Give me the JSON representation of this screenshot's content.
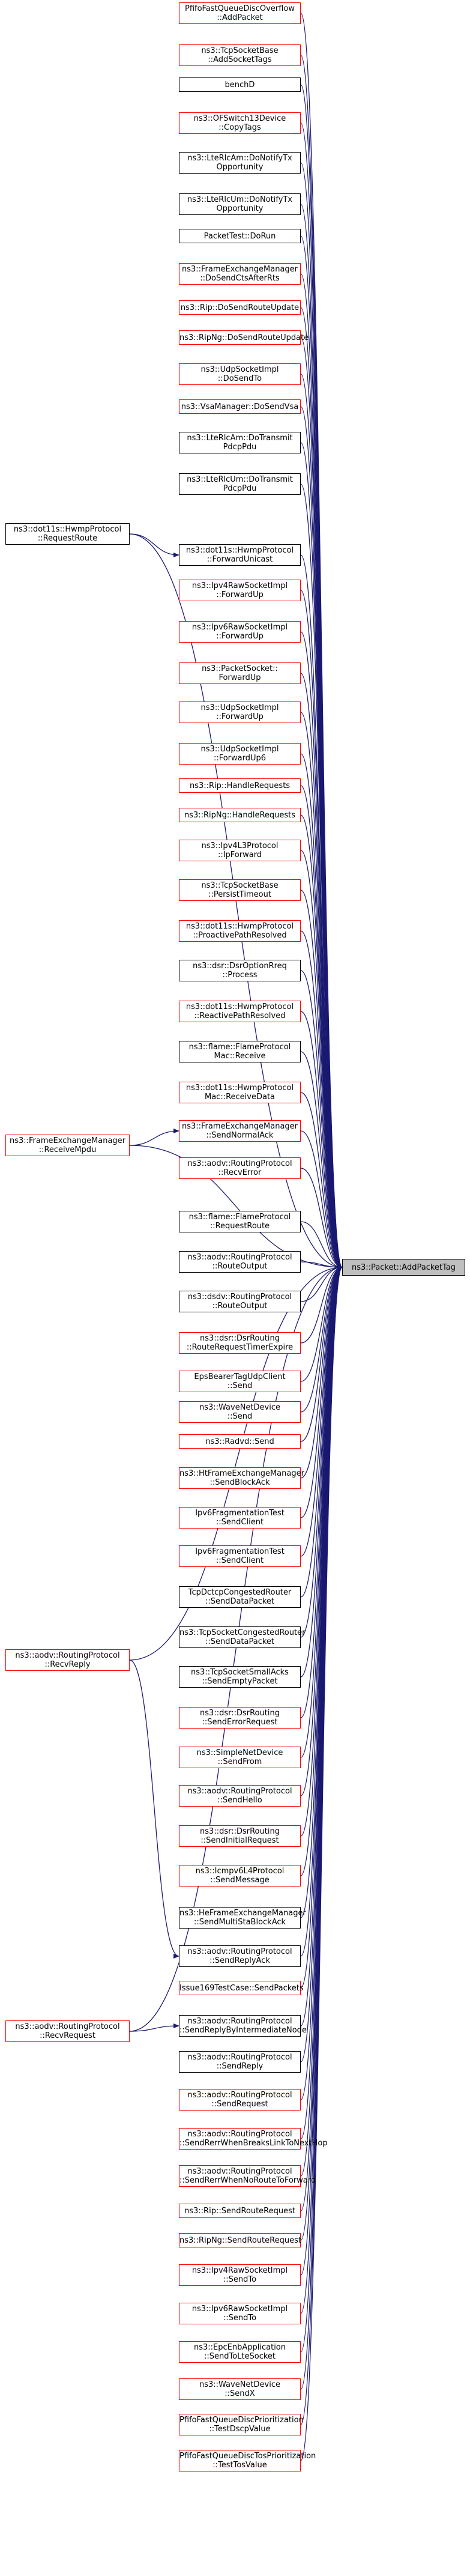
{
  "target": {
    "label": "ns3::Packet::AddPacketTag",
    "lines": [
      "ns3::Packet::AddPacketTag"
    ]
  },
  "callers": [
    {
      "id": "n0",
      "lines": [
        "PfifoFastQueueDiscOverflow",
        "::AddPacket"
      ],
      "border": "red"
    },
    {
      "id": "n1",
      "lines": [
        "ns3::TcpSocketBase",
        "::AddSocketTags"
      ],
      "border": "red"
    },
    {
      "id": "n2",
      "lines": [
        "benchD"
      ],
      "border": "black"
    },
    {
      "id": "n3",
      "lines": [
        "ns3::OFSwitch13Device",
        "::CopyTags"
      ],
      "border": "red"
    },
    {
      "id": "n4",
      "lines": [
        "ns3::LteRlcAm::DoNotifyTx",
        "Opportunity"
      ],
      "border": "black"
    },
    {
      "id": "n5",
      "lines": [
        "ns3::LteRlcUm::DoNotifyTx",
        "Opportunity"
      ],
      "border": "black"
    },
    {
      "id": "n6",
      "lines": [
        "PacketTest::DoRun"
      ],
      "border": "black"
    },
    {
      "id": "n7",
      "lines": [
        "ns3::FrameExchangeManager",
        "::DoSendCtsAfterRts"
      ],
      "border": "red"
    },
    {
      "id": "n8",
      "lines": [
        "ns3::Rip::DoSendRouteUpdate"
      ],
      "border": "red"
    },
    {
      "id": "n9",
      "lines": [
        "ns3::RipNg::DoSendRouteUpdate"
      ],
      "border": "red"
    },
    {
      "id": "n10",
      "lines": [
        "ns3::UdpSocketImpl",
        "::DoSendTo"
      ],
      "border": "red"
    },
    {
      "id": "n11",
      "lines": [
        "ns3::VsaManager::DoSendVsa"
      ],
      "border": "red"
    },
    {
      "id": "n12",
      "lines": [
        "ns3::LteRlcAm::DoTransmit",
        "PdcpPdu"
      ],
      "border": "black"
    },
    {
      "id": "n13",
      "lines": [
        "ns3::LteRlcUm::DoTransmit",
        "PdcpPdu"
      ],
      "border": "black"
    },
    {
      "id": "n14",
      "lines": [
        "ns3::dot11s::HwmpProtocol",
        "::ForwardUnicast"
      ],
      "border": "black"
    },
    {
      "id": "n15",
      "lines": [
        "ns3::Ipv4RawSocketImpl",
        "::ForwardUp"
      ],
      "border": "red"
    },
    {
      "id": "n16",
      "lines": [
        "ns3::Ipv6RawSocketImpl",
        "::ForwardUp"
      ],
      "border": "red"
    },
    {
      "id": "n17",
      "lines": [
        "ns3::PacketSocket::",
        "ForwardUp"
      ],
      "border": "red"
    },
    {
      "id": "n18",
      "lines": [
        "ns3::UdpSocketImpl",
        "::ForwardUp"
      ],
      "border": "red"
    },
    {
      "id": "n19",
      "lines": [
        "ns3::UdpSocketImpl",
        "::ForwardUp6"
      ],
      "border": "red"
    },
    {
      "id": "n20",
      "lines": [
        "ns3::Rip::HandleRequests"
      ],
      "border": "red"
    },
    {
      "id": "n21",
      "lines": [
        "ns3::RipNg::HandleRequests"
      ],
      "border": "red"
    },
    {
      "id": "n22",
      "lines": [
        "ns3::Ipv4L3Protocol",
        "::IpForward"
      ],
      "border": "red"
    },
    {
      "id": "n23",
      "lines": [
        "ns3::TcpSocketBase",
        "::PersistTimeout"
      ],
      "border": "red"
    },
    {
      "id": "n24",
      "lines": [
        "ns3::dot11s::HwmpProtocol",
        "::ProactivePathResolved"
      ],
      "border": "red"
    },
    {
      "id": "n25",
      "lines": [
        "ns3::dsr::DsrOptionRreq",
        "::Process"
      ],
      "border": "black"
    },
    {
      "id": "n26",
      "lines": [
        "ns3::dot11s::HwmpProtocol",
        "::ReactivePathResolved"
      ],
      "border": "red"
    },
    {
      "id": "n27",
      "lines": [
        "ns3::flame::FlameProtocol",
        "Mac::Receive"
      ],
      "border": "black"
    },
    {
      "id": "n28",
      "lines": [
        "ns3::dot11s::HwmpProtocol",
        "Mac::ReceiveData"
      ],
      "border": "red"
    },
    {
      "id": "n29",
      "lines": [
        "ns3::FrameExchangeManager",
        "::SendNormalAck"
      ],
      "border": "red"
    },
    {
      "id": "n30",
      "lines": [
        "ns3::aodv::RoutingProtocol",
        "::RecvError"
      ],
      "border": "red"
    },
    {
      "id": "n31",
      "lines": [
        "ns3::flame::FlameProtocol",
        "::RequestRoute"
      ],
      "border": "black"
    },
    {
      "id": "n32",
      "lines": [
        "ns3::aodv::RoutingProtocol",
        "::RouteOutput"
      ],
      "border": "black"
    },
    {
      "id": "n33",
      "lines": [
        "ns3::dsdv::RoutingProtocol",
        "::RouteOutput"
      ],
      "border": "black"
    },
    {
      "id": "n34",
      "lines": [
        "ns3::dsr::DsrRouting",
        "::RouteRequestTimerExpire"
      ],
      "border": "red"
    },
    {
      "id": "n35",
      "lines": [
        "EpsBearerTagUdpClient",
        "::Send"
      ],
      "border": "red"
    },
    {
      "id": "n36",
      "lines": [
        "ns3::WaveNetDevice",
        "::Send"
      ],
      "border": "red"
    },
    {
      "id": "n37",
      "lines": [
        "ns3::Radvd::Send"
      ],
      "border": "red"
    },
    {
      "id": "n38",
      "lines": [
        "ns3::HtFrameExchangeManager",
        "::SendBlockAck"
      ],
      "border": "red"
    },
    {
      "id": "n39",
      "lines": [
        "Ipv6FragmentationTest",
        "::SendClient"
      ],
      "border": "red"
    },
    {
      "id": "n40",
      "lines": [
        "Ipv6FragmentationTest",
        "::SendClient"
      ],
      "border": "red"
    },
    {
      "id": "n41",
      "lines": [
        "TcpDctcpCongestedRouter",
        "::SendDataPacket"
      ],
      "border": "black"
    },
    {
      "id": "n42",
      "lines": [
        "ns3::TcpSocketCongestedRouter",
        "::SendDataPacket"
      ],
      "border": "black"
    },
    {
      "id": "n43",
      "lines": [
        "ns3::TcpSocketSmallAcks",
        "::SendEmptyPacket"
      ],
      "border": "black"
    },
    {
      "id": "n44",
      "lines": [
        "ns3::dsr::DsrRouting",
        "::SendErrorRequest"
      ],
      "border": "red"
    },
    {
      "id": "n45",
      "lines": [
        "ns3::SimpleNetDevice",
        "::SendFrom"
      ],
      "border": "red"
    },
    {
      "id": "n46",
      "lines": [
        "ns3::aodv::RoutingProtocol",
        "::SendHello"
      ],
      "border": "red"
    },
    {
      "id": "n47",
      "lines": [
        "ns3::dsr::DsrRouting",
        "::SendInitialRequest"
      ],
      "border": "red"
    },
    {
      "id": "n48",
      "lines": [
        "ns3::Icmpv6L4Protocol",
        "::SendMessage"
      ],
      "border": "red"
    },
    {
      "id": "n49",
      "lines": [
        "ns3::HeFrameExchangeManager",
        "::SendMultiStaBlockAck"
      ],
      "border": "black"
    },
    {
      "id": "n50",
      "lines": [
        "ns3::aodv::RoutingProtocol",
        "::SendReplyAck"
      ],
      "border": "black"
    },
    {
      "id": "n51",
      "lines": [
        "Issue169TestCase::SendPackets"
      ],
      "border": "red"
    },
    {
      "id": "n52",
      "lines": [
        "ns3::aodv::RoutingProtocol",
        "::SendReplyByIntermediateNode"
      ],
      "border": "black"
    },
    {
      "id": "n53",
      "lines": [
        "ns3::aodv::RoutingProtocol",
        "::SendReply"
      ],
      "border": "black"
    },
    {
      "id": "n54",
      "lines": [
        "ns3::aodv::RoutingProtocol",
        "::SendRequest"
      ],
      "border": "red"
    },
    {
      "id": "n55",
      "lines": [
        "ns3::aodv::RoutingProtocol",
        "::SendRerrWhenBreaksLinkToNextHop"
      ],
      "border": "red"
    },
    {
      "id": "n56",
      "lines": [
        "ns3::aodv::RoutingProtocol",
        "::SendRerrWhenNoRouteToForward"
      ],
      "border": "red"
    },
    {
      "id": "n57",
      "lines": [
        "ns3::Rip::SendRouteRequest"
      ],
      "border": "red"
    },
    {
      "id": "n58",
      "lines": [
        "ns3::RipNg::SendRouteRequest"
      ],
      "border": "red"
    },
    {
      "id": "n59",
      "lines": [
        "ns3::Ipv4RawSocketImpl",
        "::SendTo"
      ],
      "border": "red"
    },
    {
      "id": "n60",
      "lines": [
        "ns3::Ipv6RawSocketImpl",
        "::SendTo"
      ],
      "border": "red"
    },
    {
      "id": "n61",
      "lines": [
        "ns3::EpcEnbApplication",
        "::SendToLteSocket"
      ],
      "border": "red"
    },
    {
      "id": "n62",
      "lines": [
        "ns3::WaveNetDevice",
        "::SendX"
      ],
      "border": "red"
    },
    {
      "id": "n63",
      "lines": [
        "PfifoFastQueueDiscPrioritization",
        "::TestDscpValue"
      ],
      "border": "red"
    },
    {
      "id": "n64",
      "lines": [
        "PfifoFastQueueDiscTosPrioritization",
        "::TestTosValue"
      ],
      "border": "red"
    }
  ],
  "leftCallers": [
    {
      "id": "l0",
      "lines": [
        "ns3::dot11s::HwmpProtocol",
        "::RequestRoute"
      ],
      "border": "black",
      "calls": "n14"
    },
    {
      "id": "l1",
      "lines": [
        "ns3::FrameExchangeManager",
        "::ReceiveMpdu"
      ],
      "border": "red",
      "calls": "n29"
    },
    {
      "id": "l2",
      "lines": [
        "ns3::aodv::RoutingProtocol",
        "::RecvReply"
      ],
      "border": "red",
      "calls": "n50"
    },
    {
      "id": "l3",
      "lines": [
        "ns3::aodv::RoutingProtocol",
        "::RecvRequest"
      ],
      "border": "red",
      "calls": "n52"
    }
  ],
  "colors": {
    "edge": "#191970",
    "red_border": "#ff0000",
    "black_border": "#000000",
    "target_fill": "#bfbfbf"
  }
}
